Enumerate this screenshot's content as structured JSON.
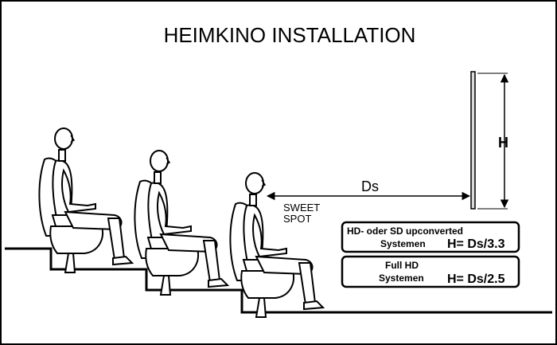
{
  "title": "HEIMKINO INSTALLATION",
  "labels": {
    "height": "H",
    "distance": "Ds",
    "sweet_spot_line1": "SWEET",
    "sweet_spot_line2": "SPOT"
  },
  "formulas": [
    {
      "line1": "HD- oder SD upconverted",
      "line2": "Systemen",
      "formula": "H= Ds/3.3"
    },
    {
      "line1": "Full HD",
      "line2": "Systemen",
      "formula": "H= Ds/2.5"
    }
  ],
  "colors": {
    "ink": "#000000",
    "fill": "#ffffff",
    "shade": "#d9d9d9"
  }
}
